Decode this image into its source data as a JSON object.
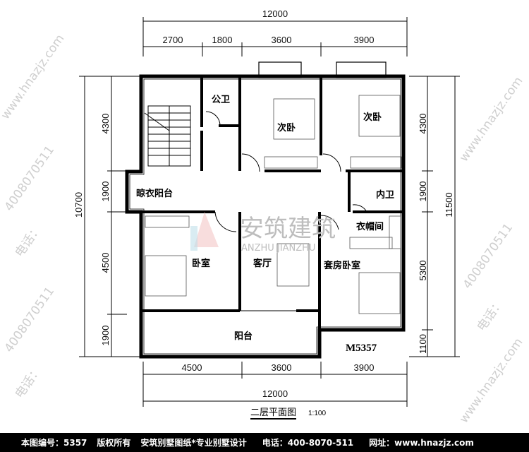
{
  "dimensions": {
    "top_total": "12000",
    "top_segments": [
      "2700",
      "1800",
      "3600",
      "3900"
    ],
    "bottom_segments": [
      "4500",
      "3600",
      "3900"
    ],
    "bottom_total": "12000",
    "left_total": "10700",
    "left_segments": [
      "4300",
      "1900",
      "4500",
      "1900"
    ],
    "right_total": "11500",
    "right_segments": [
      "4300",
      "1900",
      "5300",
      "1100"
    ]
  },
  "rooms": {
    "public_bath": "公卫",
    "second_bedroom_1": "次卧",
    "second_bedroom_2": "次卧",
    "drying_balcony": "晾衣阳台",
    "inner_bath": "内卫",
    "cloakroom": "衣帽间",
    "bedroom": "卧室",
    "living_room": "客厅",
    "suite_bedroom": "套房卧室",
    "balcony": "阳台"
  },
  "plan_code": "M5357",
  "title": "二层平面图",
  "scale": "1:100",
  "watermark": {
    "logo_cn": "安筑建筑",
    "logo_en": "ANZHU JIANZHU",
    "site": "www.hnazjz.com",
    "phone": "4008070511",
    "phone_label": "电话："
  },
  "footer": {
    "drawing_no": "本图编号：5357",
    "copyright": "版权所有",
    "slogan": "安筑别墅图纸*专业别墅设计",
    "phone": "电话：400-8070-511",
    "website": "网址：www.hnazjz.com"
  }
}
